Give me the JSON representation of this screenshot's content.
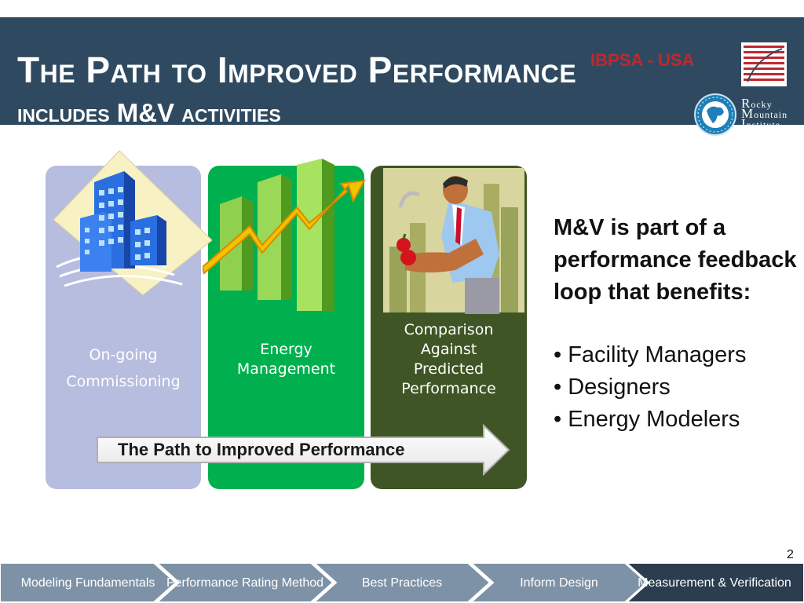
{
  "header": {
    "title_line1": "The Path to Improved Performance",
    "title_line2": "includes M&V activities",
    "org_text": "IBPSA - USA",
    "rmi_logo": {
      "line1": "ocky",
      "line2": "ountain",
      "line3": "nstitute",
      "initials": [
        "R",
        "M",
        "I"
      ]
    }
  },
  "panels": [
    {
      "label_lines": [
        "On-going",
        "Commissioning"
      ],
      "color": "#b7bddf",
      "art": "office-buildings-icon"
    },
    {
      "label_lines": [
        "Energy",
        "Management"
      ],
      "color": "#00b04f",
      "art": "rising-bar-chart-icon"
    },
    {
      "label_lines": [
        "Comparison",
        "Against",
        "Predicted",
        "Performance"
      ],
      "color": "#3f5525",
      "art": "businessman-with-apples-icon"
    }
  ],
  "arrow": {
    "label": "The Path to  Improved Performance"
  },
  "right_text": {
    "heading": "M&V is part of a performance feedback loop that benefits:",
    "bullets": [
      "• Facility Managers",
      "• Designers",
      "• Energy Modelers"
    ]
  },
  "page_number": "2",
  "nav": {
    "items": [
      {
        "label": "Modeling Fundamentals",
        "active": false
      },
      {
        "label": "Performance Rating Method",
        "active": false
      },
      {
        "label": "Best Practices",
        "active": false
      },
      {
        "label": "Inform Design",
        "active": false
      },
      {
        "label": "Measurement & Verification",
        "active": true
      }
    ],
    "colors": {
      "inactive": "#7d92a6",
      "active": "#2b3d4f",
      "border": "#ffffff"
    }
  }
}
